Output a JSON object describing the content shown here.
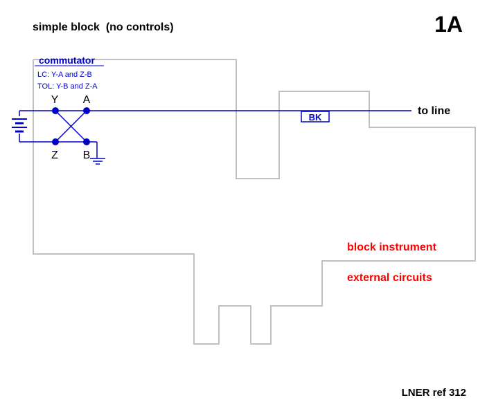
{
  "header": {
    "title": "simple block  (no controls)",
    "figure_id": "1A"
  },
  "commutator": {
    "title": "commutator",
    "line1": "LC: Y-A and Z-B",
    "line2": "TOL: Y-B and Z-A",
    "terminals": {
      "y": "Y",
      "a": "A",
      "z": "Z",
      "b": "B"
    }
  },
  "bk_label": "BK",
  "to_line": "to line",
  "labels": {
    "block_instrument": "block instrument",
    "external_circuits": "external circuits"
  },
  "footer": {
    "ref": "LNER ref 312"
  },
  "colors": {
    "circuit": "#0000cc",
    "outline": "#c0c0c0",
    "highlight": "#ff0000",
    "text": "#000000"
  }
}
